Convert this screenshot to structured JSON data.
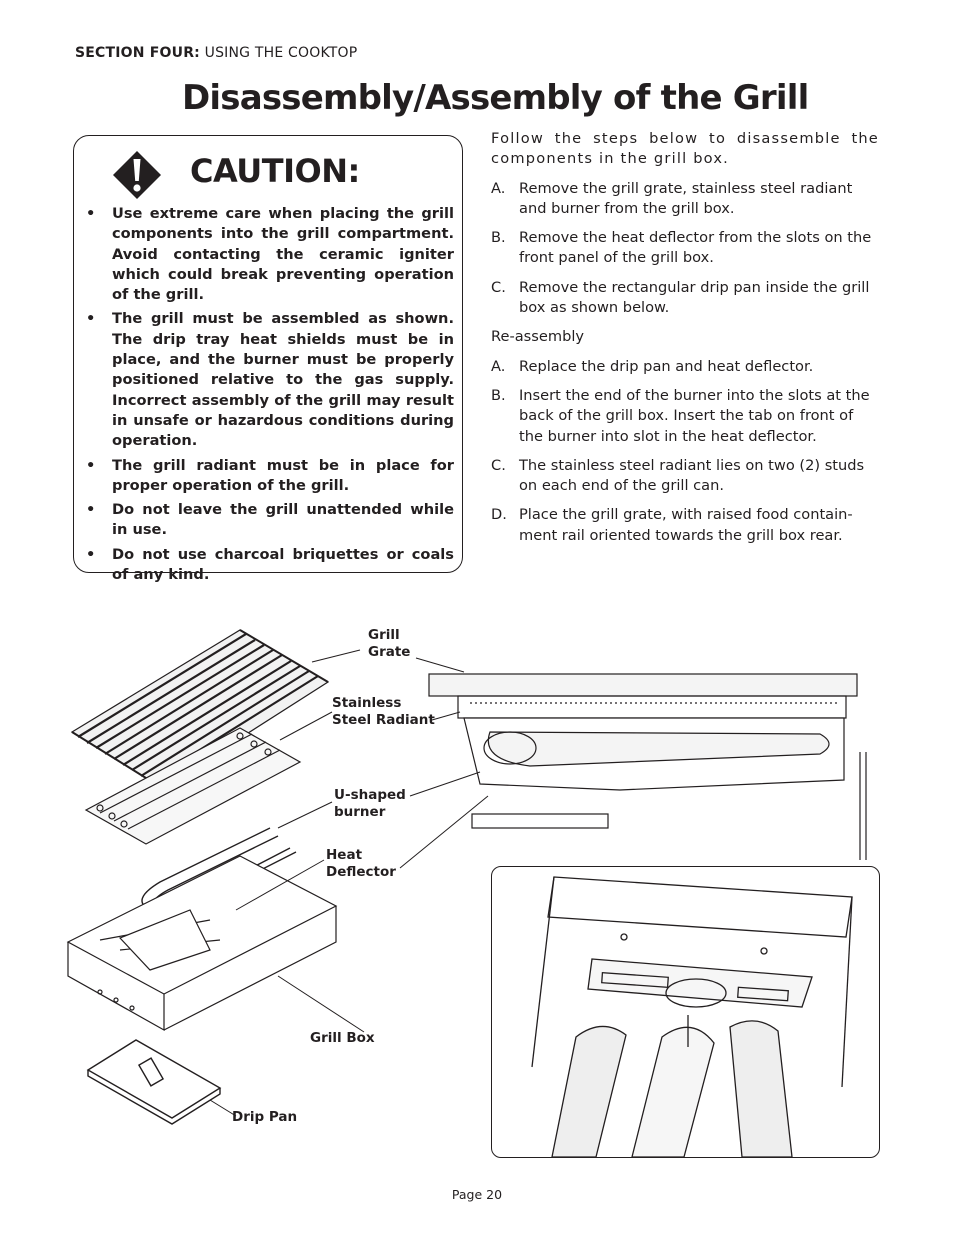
{
  "header": {
    "section_bold": "SECTION FOUR:",
    "section_rest": " USING THE COOKTOP"
  },
  "title": "Disassembly/Assembly of  the Grill",
  "caution": {
    "title": "CAUTION:",
    "icon": "warning-diamond-icon",
    "items": [
      "Use extreme care when placing the grill components into the grill compartment. Avoid contacting the ceramic igniter which could break preventing operation of the grill.",
      "The grill must be assembled as shown. The drip tray heat shields must be in place, and the burner must be properly positioned relative to the gas supply.  Incorrect assembly of the grill may result in unsafe or hazardous conditions during operation.",
      "The grill radiant must be in place for proper operation of the grill.",
      "Do not leave the grill unattended while in use.",
      "Do not use charcoal briquettes or coals of any kind."
    ]
  },
  "instructions": {
    "intro": "Follow the steps below to disassemble the components in the grill box.",
    "disassembly": [
      {
        "letter": "A.",
        "text": "Remove the grill grate, stainless steel radiant and burner from the grill box."
      },
      {
        "letter": "B.",
        "text": "Remove the heat deflector from the slots on the front panel of the grill box."
      },
      {
        "letter": "C.",
        "text": "Remove the rectangular drip pan inside the grill box as shown below."
      }
    ],
    "reassembly_heading": "Re-assembly",
    "reassembly": [
      {
        "letter": "A.",
        "text": "Replace the drip pan and heat deflector."
      },
      {
        "letter": "B.",
        "text": "Insert the end of the burner into the slots at the back of the grill box. Insert the tab on front of the burner into slot in the heat deflector."
      },
      {
        "letter": "C.",
        "text": "The stainless steel radiant lies on two (2) studs on each end of the grill can."
      },
      {
        "letter": "D.",
        "text": "Place the grill grate, with raised food contain-ment rail oriented towards the grill box rear."
      }
    ]
  },
  "figure": {
    "labels": {
      "grill_grate": "Grill\nGrate",
      "radiant": "Stainless\nSteel Radiant",
      "burner": "U-shaped\nburner",
      "deflector": "Heat\nDeflector",
      "grill_box": "Grill Box",
      "drip_pan": "Drip Pan"
    }
  },
  "page_number": "Page 20"
}
